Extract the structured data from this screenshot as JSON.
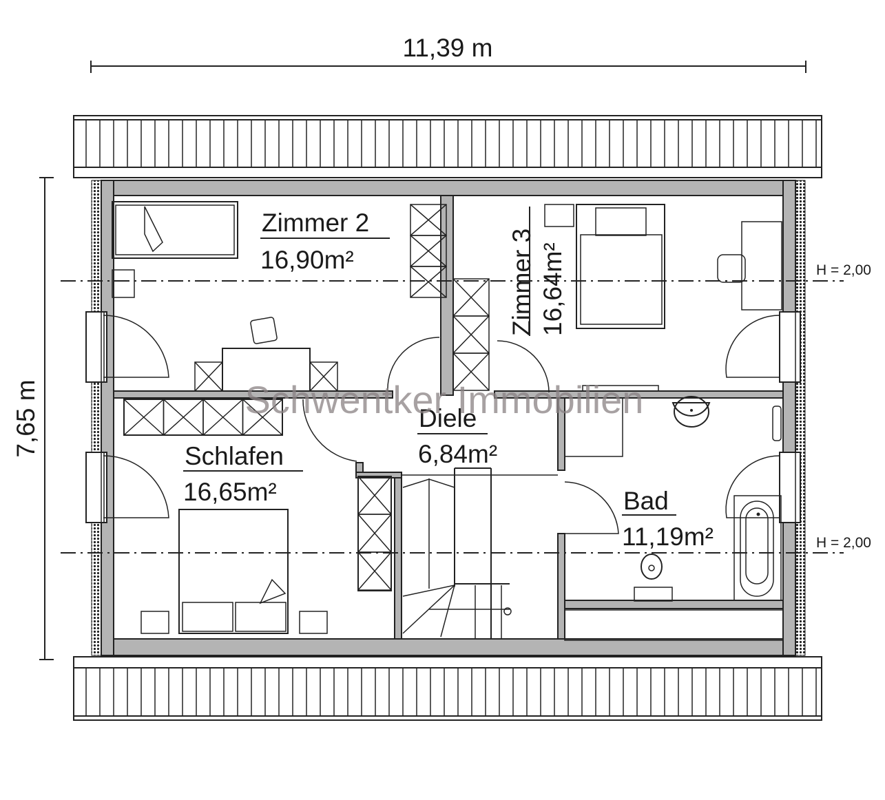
{
  "dimensions": {
    "width": "11,39 m",
    "depth": "7,65 m"
  },
  "height_markers": [
    {
      "label": "H = 2,00"
    },
    {
      "label": "H = 2,00"
    }
  ],
  "rooms": {
    "zimmer2": {
      "name": "Zimmer 2",
      "area": "16,90m²"
    },
    "zimmer3": {
      "name": "Zimmer 3",
      "area": "16,64m²"
    },
    "diele": {
      "name": "Diele",
      "area": "6,84m²"
    },
    "schlafen": {
      "name": "Schlafen",
      "area": "16,65m²"
    },
    "bad": {
      "name": "Bad",
      "area": "11,19m²"
    }
  },
  "watermark": "Schwentker Immobilien",
  "colors": {
    "wall": "#b4b4b4",
    "line": "#222222",
    "watermark": "#8a8284"
  }
}
